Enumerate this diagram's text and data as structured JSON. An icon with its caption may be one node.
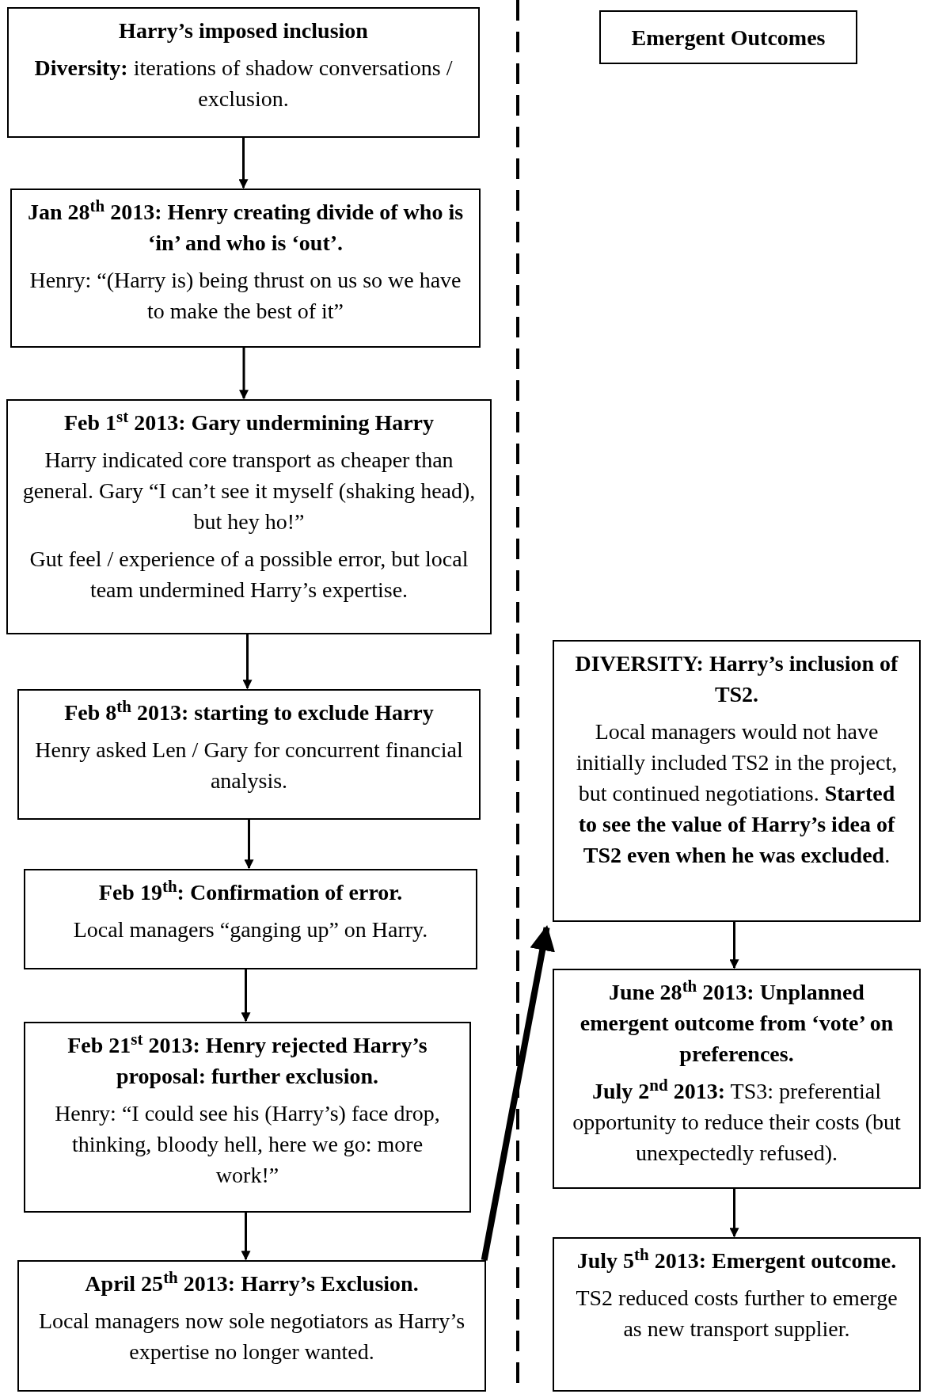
{
  "diagram": {
    "nodes": [
      {
        "text": [
          "Harry’s imposed inclusion",
          "**Diversity:** iterations of shadow conversations / exclusion."
        ]
      },
      {
        "text": [
          "Jan 28$^{th}$ 2013: Henry creating divide of who is ‘in’ and who is ‘out’.",
          "Henry: “(Harry is) being thrust on us so we have to make the best of it”"
        ]
      },
      {
        "text": [
          "Feb 1$^{st}$ 2013: Gary undermining Harry",
          "Harry indicated core transport as cheaper than general. Gary “I can’t see it myself (shaking head), but hey ho!”",
          "Gut feel / experience of a possible error, but local team undermined Harry’s expertise."
        ]
      },
      {
        "text": [
          "Feb 8$^{th}$ 2013: starting to exclude Harry",
          "Henry asked Len / Gary for concurrent financial analysis."
        ]
      },
      {
        "text": [
          "Feb 19$^{th}$: Confirmation of error.",
          "Local managers “ganging up” on Harry."
        ]
      },
      {
        "text": [
          "Feb 21$^{st}$ 2013: Henry rejected Harry’s proposal: further exclusion.",
          "Henry: “I could see his (Harry’s) face drop, thinking, bloody hell, here we go: more work!”"
        ]
      },
      {
        "text": [
          "April 25$^{th}$ 2013: Harry’s Exclusion.",
          "Local managers now sole negotiators as Harry’s expertise no longer wanted."
        ]
      },
      {
        "text": [
          "Emergent Outcomes"
        ]
      },
      {
        "text": [
          "DIVERSITY: Harry’s inclusion of TS2.",
          "Local managers would not have initially included TS2 in the project, but continued negotiations. **Started to see the value of Harry’s idea of TS2 even when he was excluded**."
        ]
      },
      {
        "text": [
          "June 28$^{th}$ 2013: Unplanned emergent outcome from ‘vote’ on preferences.",
          "**July 2$^{nd}$ 2013:** TS3: preferential opportunity to reduce their costs (but unexpectedly refused)."
        ]
      },
      {
        "text": [
          "July 5$^{th}$ 2013: Emergent outcome.",
          "TS2 reduced costs further to emerge as new transport supplier."
        ]
      }
    ],
    "edges": [
      {
        "from": 0,
        "to": 1,
        "arrow": "to"
      },
      {
        "from": 1,
        "to": 2,
        "arrow": "to"
      },
      {
        "from": 2,
        "to": 3,
        "arrow": "to"
      },
      {
        "from": 3,
        "to": 4,
        "arrow": "to"
      },
      {
        "from": 4,
        "to": 5,
        "arrow": "to"
      },
      {
        "from": 5,
        "to": 6,
        "arrow": "to"
      },
      {
        "from": 6,
        "to": 8,
        "arrow": "to",
        "style": "thick"
      },
      {
        "from": 8,
        "to": 9,
        "arrow": "to"
      },
      {
        "from": 9,
        "to": 10,
        "arrow": "to"
      }
    ]
  }
}
